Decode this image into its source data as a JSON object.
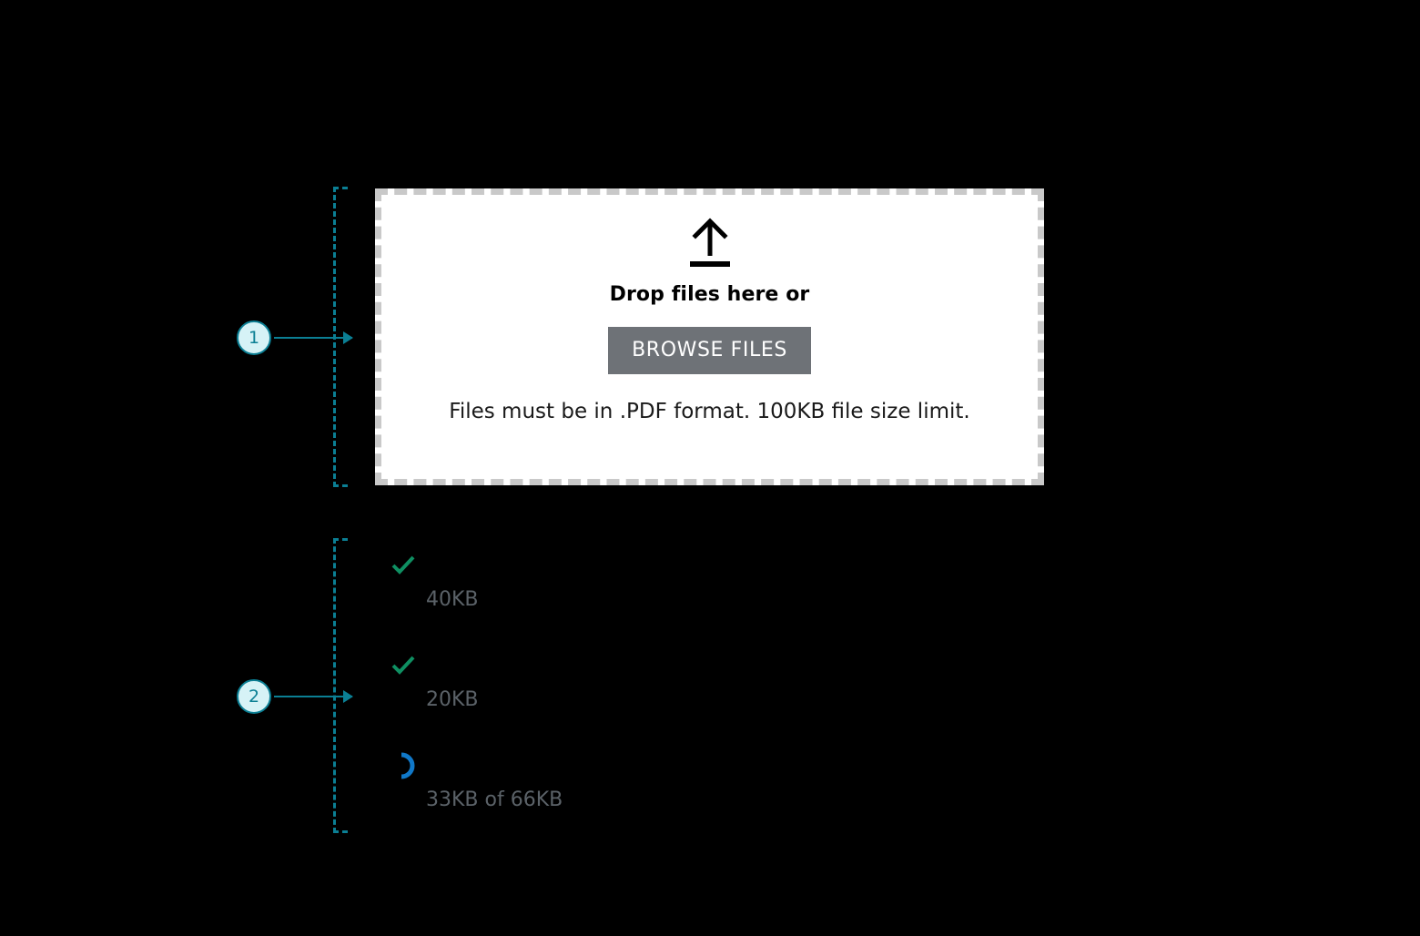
{
  "page": {
    "background_color": "#000000",
    "accent_color": "#0b7f94"
  },
  "callouts": [
    {
      "number": "1",
      "target": "upload-dropzone"
    },
    {
      "number": "2",
      "target": "uploaded-file-list"
    }
  ],
  "dropzone": {
    "icon": "upload-arrow-icon",
    "title": "Drop files here or",
    "browse_label": "BROWSE FILES",
    "hint": "Files must be in .PDF format. 100KB file size limit.",
    "border_color": "#c9c9c9",
    "background_color": "#ffffff",
    "button_color": "#6e7277"
  },
  "file_list": {
    "success_color": "#0f8f62",
    "progress_color": "#1078c8",
    "meta_color": "#5b6268",
    "items": [
      {
        "status_icon": "check-icon",
        "status": "complete",
        "name": "",
        "meta": "40KB",
        "remove_label": ""
      },
      {
        "status_icon": "check-icon",
        "status": "complete",
        "name": "",
        "meta": "20KB",
        "remove_label": ""
      },
      {
        "status_icon": "spinner-icon",
        "status": "uploading",
        "name": "",
        "meta": "33KB of 66KB",
        "remove_label": ""
      }
    ]
  }
}
